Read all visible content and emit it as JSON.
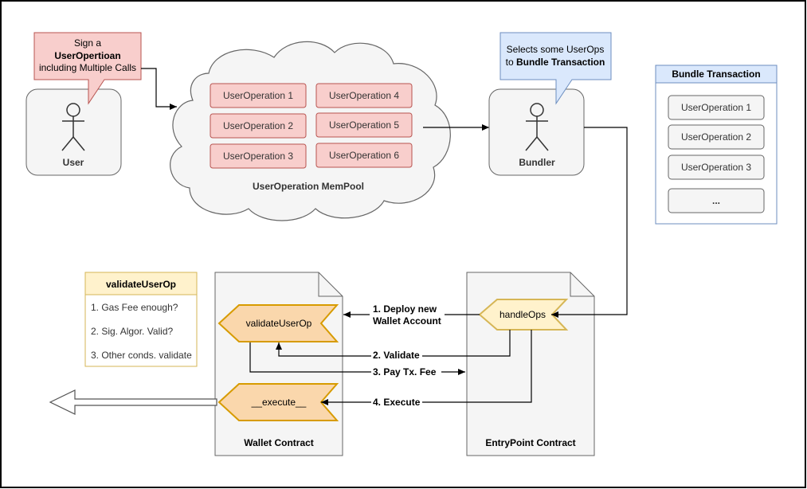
{
  "user": {
    "label": "User",
    "callout_line1": "Sign a",
    "callout_line2": "UserOpertioan",
    "callout_line3": "including Multiple Calls"
  },
  "mempool": {
    "label": "UserOperation MemPool",
    "ops": [
      "UserOperation 1",
      "UserOperation 4",
      "UserOperation 2",
      "UserOperation 5",
      "UserOperation 3",
      "UserOperation 6"
    ]
  },
  "bundler": {
    "label": "Bundler",
    "callout_line1": "Selects some UserOps",
    "callout_line2_prefix": "to ",
    "callout_line2_bold": "Bundle Transaction"
  },
  "bundle": {
    "title": "Bundle Transaction",
    "items": [
      "UserOperation 1",
      "UserOperation 2",
      "UserOperation 3",
      "..."
    ]
  },
  "validate_box": {
    "title": "validateUserOp",
    "items": [
      "1. Gas Fee enough?",
      "2. Sig. Algor. Valid?",
      "3. Other conds. validate"
    ]
  },
  "wallet": {
    "label": "Wallet Contract",
    "validate_fn": "validateUserOp",
    "execute_fn": "__execute__"
  },
  "entrypoint": {
    "label": "EntryPoint Contract",
    "handle_fn": "handleOps"
  },
  "steps": {
    "deploy_line1": "1. Deploy new",
    "deploy_line2": "Wallet Account",
    "validate": "2. Validate",
    "pay": "3. Pay Tx. Fee",
    "execute": "4. Execute"
  },
  "colors": {
    "user_op_fill": "#f8cecc",
    "user_op_stroke": "#b85450",
    "bundler_callout_fill": "#dae8fc",
    "bundler_callout_stroke": "#6c8ebf",
    "function_fill": "#fad7ac",
    "function_stroke": "#d79b00",
    "handle_fill": "#fff2cc",
    "handle_stroke": "#d6b656",
    "node_fill": "#f5f5f5",
    "node_stroke": "#666666"
  }
}
